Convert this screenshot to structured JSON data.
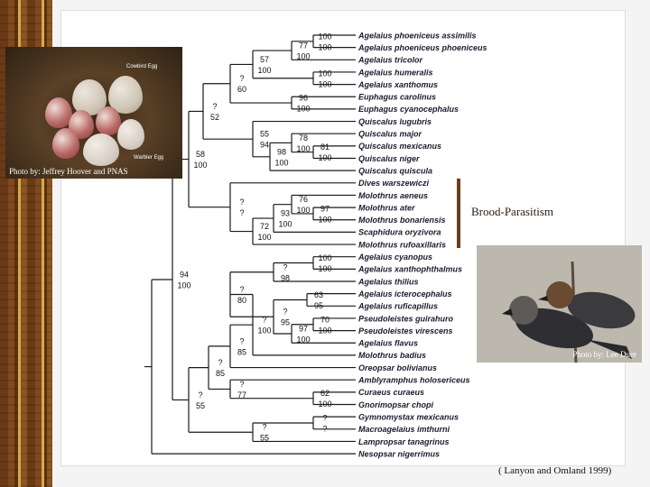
{
  "tree": {
    "taxa": [
      "Agelaius phoeniceus assimilis",
      "Agelaius phoeniceus phoeniceus",
      "Agelaius tricolor",
      "Agelaius humeralis",
      "Agelaius xanthomus",
      "Euphagus carolinus",
      "Euphagus cyanocephalus",
      "Quiscalus lugubris",
      "Quiscalus major",
      "Quiscalus mexicanus",
      "Quiscalus niger",
      "Quiscalus quiscula",
      "Dives warszewiczi",
      "Molothrus aeneus",
      "Molothrus ater",
      "Molothrus bonariensis",
      "Scaphidura oryzivora",
      "Molothrus rufoaxillaris",
      "Agelaius cyanopus",
      "Agelaius xanthophthalmus",
      "Agelaius thilius",
      "Agelaius icterocephalus",
      "Agelaius ruficapillus",
      "Pseudoleistes guirahuro",
      "Pseudoleistes virescens",
      "Agelaius flavus",
      "Molothrus badius",
      "Oreopsar bolivianus",
      "Amblyramphus holosericeus",
      "Curaeus curaeus",
      "Gnorimopsar chopi",
      "Gymnomystax mexicanus",
      "Macroagelaius imthurni",
      "Lampropsar tanagrinus",
      "Nesopsar nigerrimus"
    ],
    "support": [
      {
        "top": "100",
        "bottom": "100"
      },
      {
        "top": "77",
        "bottom": "100"
      },
      {
        "top": "57",
        "bottom": "100"
      },
      {
        "top": "100",
        "bottom": "100"
      },
      {
        "top": "96",
        "bottom": "100"
      },
      {
        "top": "?",
        "bottom": "60"
      },
      {
        "top": "81",
        "bottom": "100"
      },
      {
        "top": "78",
        "bottom": "100"
      },
      {
        "top": "98",
        "bottom": "100"
      },
      {
        "top": "55",
        "bottom": "94"
      },
      {
        "top": "?",
        "bottom": "52"
      },
      {
        "top": "97",
        "bottom": "100"
      },
      {
        "top": "76",
        "bottom": "100"
      },
      {
        "top": "93",
        "bottom": "100"
      },
      {
        "top": "72",
        "bottom": "100"
      },
      {
        "top": "?",
        "bottom": "?"
      },
      {
        "top": "100",
        "bottom": "100"
      },
      {
        "top": "?",
        "bottom": "98"
      },
      {
        "top": "63",
        "bottom": "95"
      },
      {
        "top": "70",
        "bottom": "100"
      },
      {
        "top": "97",
        "bottom": "100"
      },
      {
        "top": "?",
        "bottom": "95"
      },
      {
        "top": "?",
        "bottom": "80"
      },
      {
        "top": "?",
        "bottom": "100"
      },
      {
        "top": "?",
        "bottom": "85"
      },
      {
        "top": "?",
        "bottom": "85"
      },
      {
        "top": "58",
        "bottom": "100"
      },
      {
        "top": "62",
        "bottom": "100"
      },
      {
        "top": "?",
        "bottom": "77"
      },
      {
        "top": "?",
        "bottom": "55"
      },
      {
        "top": "94",
        "bottom": "100"
      },
      {
        "top": "?",
        "bottom": "?"
      },
      {
        "top": "?",
        "bottom": "55"
      }
    ]
  },
  "nest_photo": {
    "credit": "Photo by: Jeffrey Hoover and PNAS",
    "label_cowbird": "Cowbird Egg",
    "label_warbler": "Warbler Egg"
  },
  "bird_photo": {
    "credit": "Photo by: Lee Duer"
  },
  "parasitism_label": "Brood-Parasitism",
  "citation": "( Lanyon and Omland 1999)",
  "colors": {
    "branch": "#1a1a1a",
    "parasitism_bar": "#6b3f1e",
    "wood": "#7f4a1e",
    "trim": "#d4a94a"
  }
}
